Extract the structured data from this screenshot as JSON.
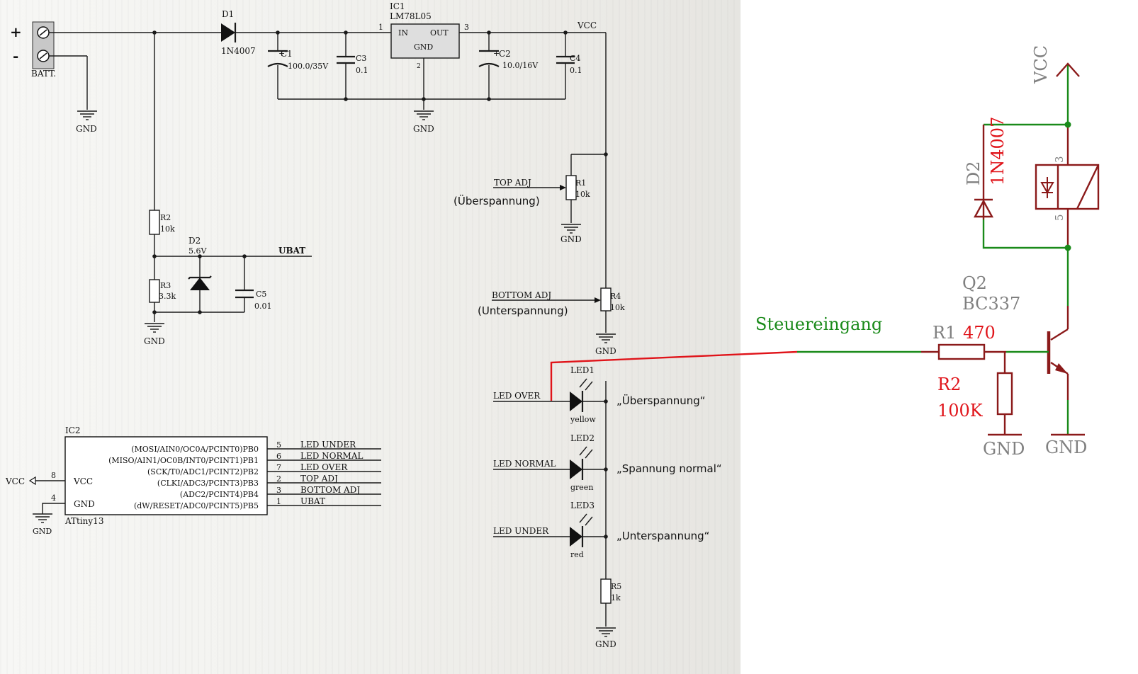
{
  "left_schematic": {
    "batt": {
      "plus": "+",
      "minus": "-",
      "name": "BATT."
    },
    "d1": {
      "ref": "D1",
      "value": "1N4007"
    },
    "ic1": {
      "ref": "IC1",
      "part": "LM78L05",
      "in": "IN",
      "out": "OUT",
      "gnd": "GND",
      "pin1": "1",
      "pin2": "2",
      "pin3": "3"
    },
    "c1": {
      "ref": "C1",
      "value": "100.0/35V"
    },
    "c3": {
      "ref": "C3",
      "value": "0.1"
    },
    "c2": {
      "ref": "C2",
      "value": "10.0/16V"
    },
    "c4": {
      "ref": "C4",
      "value": "0.1"
    },
    "vcc": "VCC",
    "gnd": "GND",
    "r1": {
      "ref": "R1",
      "value": "10k",
      "net": "TOP ADJ",
      "note": "(Überspannung)"
    },
    "r4": {
      "ref": "R4",
      "value": "10k",
      "net": "BOTTOM ADJ",
      "note": "(Unterspannung)"
    },
    "r2": {
      "ref": "R2",
      "value": "10k"
    },
    "r3": {
      "ref": "R3",
      "value": "3.3k"
    },
    "d2": {
      "ref": "D2",
      "value": "5.6V"
    },
    "c5": {
      "ref": "C5",
      "value": "0.01"
    },
    "ubat": "UBAT",
    "ic2": {
      "ref": "IC2",
      "part": "ATtiny13",
      "vcc_pin": "VCC",
      "gnd_pin": "GND",
      "vcc_num": "8",
      "gnd_num": "4",
      "vcc_label": "VCC",
      "pins": [
        {
          "func": "(MOSI/AIN0/OC0A/PCINT0)PB0",
          "num": "5",
          "net": "LED UNDER"
        },
        {
          "func": "(MISO/AIN1/OC0B/INT0/PCINT1)PB1",
          "num": "6",
          "net": "LED NORMAL"
        },
        {
          "func": "(SCK/T0/ADC1/PCINT2)PB2",
          "num": "7",
          "net": "LED OVER"
        },
        {
          "func": "(CLKI/ADC3/PCINT3)PB3",
          "num": "2",
          "net": "TOP ADJ"
        },
        {
          "func": "(ADC2/PCINT4)PB4",
          "num": "3",
          "net": "BOTTOM ADJ"
        },
        {
          "func": "(dW/RESET/ADC0/PCINT5)PB5",
          "num": "1",
          "net": "UBAT"
        }
      ]
    },
    "leds": [
      {
        "ref": "LED1",
        "net": "LED OVER",
        "color": "yellow",
        "note": "„Überspannung“"
      },
      {
        "ref": "LED2",
        "net": "LED NORMAL",
        "color": "green",
        "note": "„Spannung normal“"
      },
      {
        "ref": "LED3",
        "net": "LED UNDER",
        "color": "red",
        "note": "„Unterspannung“"
      }
    ],
    "r5": {
      "ref": "R5",
      "value": "1k"
    }
  },
  "right_schematic": {
    "vcc": "VCC",
    "d2": {
      "ref": "D2",
      "value": "1N4007"
    },
    "relay": {
      "pin_top": "3",
      "pin_bottom": "5"
    },
    "q2": {
      "ref": "Q2",
      "value": "BC337"
    },
    "input_label": "Steuereingang",
    "r1": {
      "ref": "R1",
      "value": "470"
    },
    "r2": {
      "ref": "R2",
      "value": "100K"
    },
    "gnd1": "GND",
    "gnd2": "GND"
  },
  "colors": {
    "wire_green": "#1a8a1a",
    "wire_darkred": "#8b1a1a",
    "wire_red": "#e0141a",
    "label_gray": "#808080",
    "value_red": "#e0141a"
  }
}
